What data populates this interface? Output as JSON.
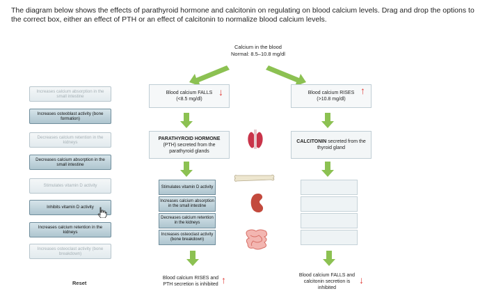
{
  "instructions": "The diagram below shows the effects of parathyroid hormone and calcitonin on regulating on blood calcium levels. Drag and drop the options to the correct box, either an effect of PTH or an effect of calcitonin to normalize blood calcium levels.",
  "calcium": {
    "title": "Calcium in the blood",
    "normal": "Normal: 8.5–10.8 mg/dl"
  },
  "options": [
    {
      "label": "Increases calcium absorption in the small intestine",
      "state": "ghost"
    },
    {
      "label": "Increases osteoblast activity (bone formation)",
      "state": "active"
    },
    {
      "label": "Decreases calcium retention in the kidneys",
      "state": "ghost"
    },
    {
      "label": "Decreases calcium absorption in the small intestine",
      "state": "active"
    },
    {
      "label": "Stimulates vitamin D activity",
      "state": "ghost"
    },
    {
      "label": "Inhibits vitamin D activity",
      "state": "active"
    },
    {
      "label": "Increases calcium retention in the kidneys",
      "state": "active"
    },
    {
      "label": "Increases osteoclast activity (bone breakdown)",
      "state": "ghost"
    }
  ],
  "pth": {
    "falls_title": "Blood calcium FALLS",
    "falls_value": "(<8.5 mg/dl)",
    "hormone_name": "PARATHYROID HORMONE",
    "hormone_text": "(PTH) secreted from the parathyroid glands",
    "effects": [
      "Stimulates vitamin D activity",
      "Increases calcium absorption in the small intestine",
      "Decreases calcium retention in the kidneys",
      "Increases osteoclast activity (bone breakdown)"
    ],
    "result": "Blood calcium RISES and PTH secretion is inhibited"
  },
  "calcitonin": {
    "rises_title": "Blood calcium RISES",
    "rises_value": "(>10.8 mg/dl)",
    "hormone_name": "CALCITONIN",
    "hormone_text": "secreted from the thyroid gland",
    "result": "Blood calcium FALLS and calcitonin secretion is inhibited"
  },
  "reset_label": "Reset",
  "colors": {
    "accent_green": "#8cc152",
    "red_arrow": "#e03a35",
    "option_border": "#6f8d9c"
  },
  "icons": [
    "thyroid-icon",
    "bone-icon",
    "kidney-icon",
    "intestine-icon",
    "hand-cursor-icon"
  ]
}
